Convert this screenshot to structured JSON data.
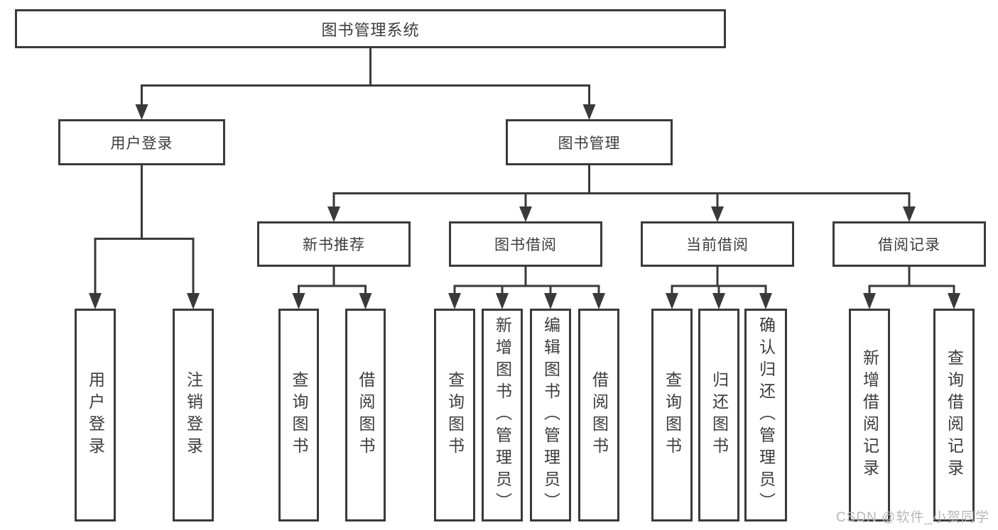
{
  "tree": {
    "root": "图书管理系统",
    "branches": [
      {
        "label": "用户登录",
        "leaves": [
          "用户登录",
          "注销登录"
        ]
      },
      {
        "label": "图书管理",
        "sections": [
          {
            "label": "新书推荐",
            "leaves": [
              "查询图书",
              "借阅图书"
            ]
          },
          {
            "label": "图书借阅",
            "leaves": [
              "查询图书",
              "新增图书（管理员）",
              "编辑图书（管理员）",
              "借阅图书"
            ]
          },
          {
            "label": "当前借阅",
            "leaves": [
              "查询图书",
              "归还图书",
              "确认归还（管理员）"
            ]
          },
          {
            "label": "借阅记录",
            "leaves": [
              "新增借阅记录",
              "查询借阅记录"
            ]
          }
        ]
      }
    ]
  },
  "watermark": "CSDN @软件_小贺同学",
  "colors": {
    "line": "#3a3a3a",
    "text": "#3c3c3c",
    "watermark": "#b4b8bb",
    "background": "#ffffff"
  }
}
